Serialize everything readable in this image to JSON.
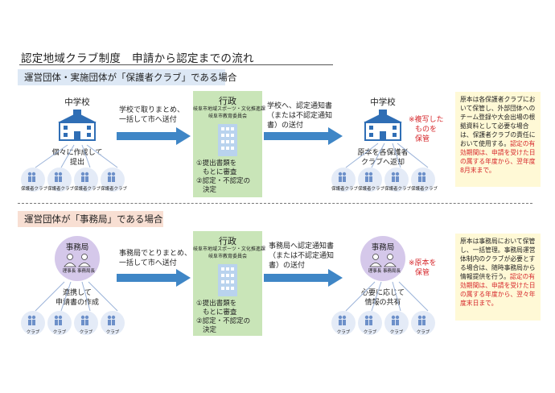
{
  "page": {
    "title": "認定地域クラブ制度　申請から認定までの流れ"
  },
  "section1": {
    "heading": "運営団体・実施団体が「保護者クラブ」である場合",
    "left_label": "中学校",
    "left_caption": [
      "個々に作成して",
      "提出"
    ],
    "club_label": "保護者クラブ",
    "arrow1_text": [
      "学校で取りまとめ、",
      "一括して市へ送付"
    ],
    "admin": {
      "title": "行政",
      "subtitle": [
        "岐阜市地域スポーツ・文化推進課",
        "岐阜市教育委員会"
      ],
      "items": [
        "①提出書類を",
        "もとに審査",
        "②認定・不認定の",
        "決定"
      ]
    },
    "arrow2_text": [
      "学校へ、認定通知書",
      "（または不認定通知",
      "書）の送付"
    ],
    "right_label": "中学校",
    "right_red_note": [
      "※複写した",
      "ものを",
      "保管"
    ],
    "right_caption": [
      "原本を各保護者",
      "クラブへ返却"
    ],
    "note": {
      "black": "原本は各保護者クラブにおいて保管し、外部団体へのチーム登録や大会出場の根拠資料として必要な場合は、保護者クラブの責任において使用する。",
      "red": "認定の有効期間は、申請を受けた日の属する年度から、翌年度8月末まで。"
    }
  },
  "section2": {
    "heading": "運営団体が「事務局」である場合",
    "left_label": "事務局",
    "person_a": "理事長",
    "person_b": "事務局長",
    "left_caption": [
      "連携して",
      "申請書の作成"
    ],
    "club_label": "クラブ",
    "arrow1_text": [
      "事務局でとりまとめ、",
      "一括して市へ送付"
    ],
    "admin": {
      "title": "行政",
      "subtitle": [
        "岐阜市地域スポーツ・文化推進課",
        "岐阜市教育委員会"
      ],
      "items": [
        "①提出書類を",
        "もとに審査",
        "②認定・不認定の",
        "決定"
      ]
    },
    "arrow2_text": [
      "事務局へ認定通知書",
      "（または不認定通知",
      "書）の送付"
    ],
    "right_label": "事務局",
    "right_red_note": [
      "※原本を",
      "保管"
    ],
    "right_caption": [
      "必要に応じて",
      "情報の共有"
    ],
    "note": {
      "black": "原本は事務局において保管し、一括管理。事務局運営体制内のクラブが必要とする場合は、随時事務局から情報提供を行う。",
      "red": "認定の有効期間は、申請を受けた日の属する年度から、翌々年度末日まで。"
    }
  },
  "icons": {
    "school": "school-building-icon",
    "office": "office-building-icon",
    "club": "group-people-icon",
    "arrow": "right-arrow-icon",
    "person": "person-icon"
  },
  "colors": {
    "arrow": "#3f86c6",
    "admin_box": "#c9e5b8",
    "note_box": "#fff9d6",
    "section1_head": "#dde8f5",
    "section2_head": "#f8dfd3",
    "club_circle": "#e4ebf7",
    "jimu_circle": "#d5c8ea",
    "red_text": "#d6262a",
    "school_icon": "#2f6eb5"
  }
}
